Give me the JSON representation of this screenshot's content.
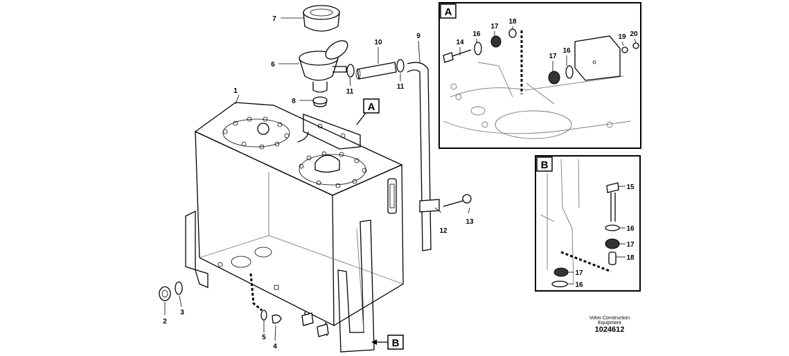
{
  "callouts": {
    "c1": "1",
    "c2": "2",
    "c3": "3",
    "c4": "4",
    "c5": "5",
    "c6": "6",
    "c7": "7",
    "c8": "8",
    "c9": "9",
    "c10": "10",
    "c11a": "11",
    "c11b": "11",
    "c12": "12",
    "c13": "13"
  },
  "view_a": {
    "label": "A",
    "callouts": {
      "c14": "14",
      "c16a": "16",
      "c17a": "17",
      "c18": "18",
      "c17b": "17",
      "c16b": "16",
      "c19": "19",
      "c20": "20"
    }
  },
  "view_b": {
    "label": "B",
    "callouts": {
      "c15": "15",
      "c16a": "16",
      "c17a": "17",
      "c18": "18",
      "c17b": "17",
      "c16b": "16"
    }
  },
  "refs": {
    "a": "A",
    "b": "B"
  },
  "footer": {
    "brand_line1": "Volvo Construction",
    "brand_line2": "Equipment",
    "drawing_number": "1024612"
  }
}
